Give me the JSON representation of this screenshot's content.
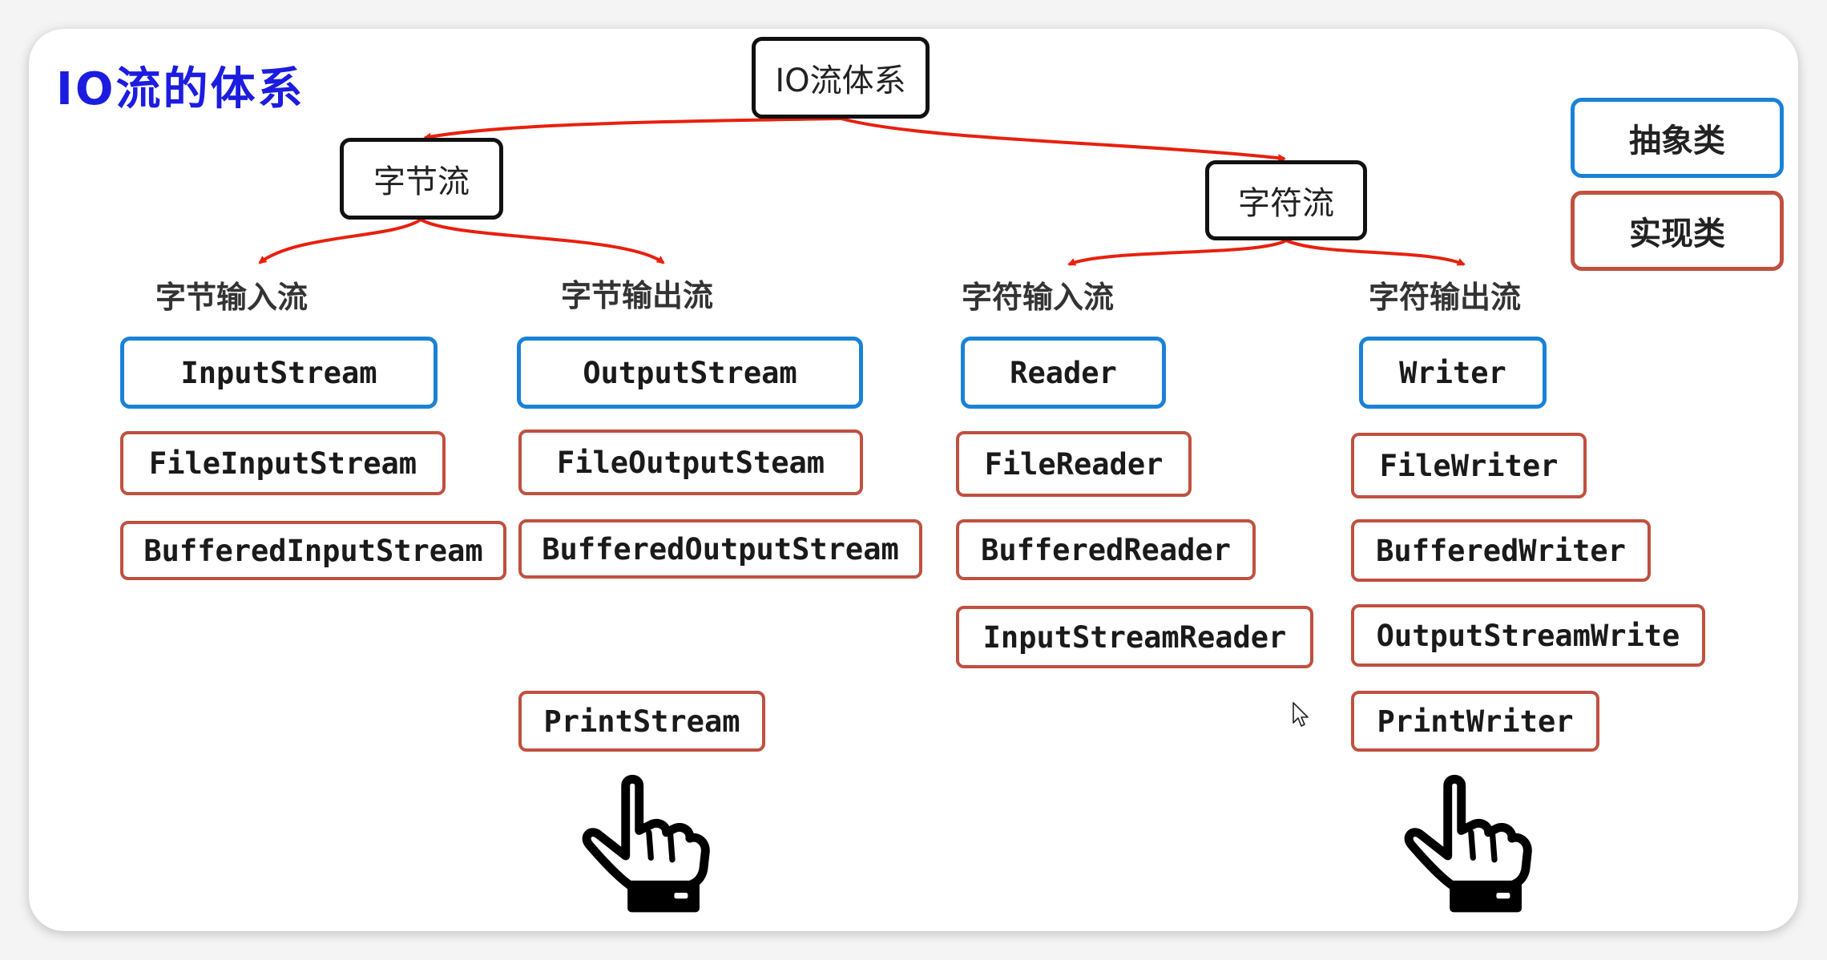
{
  "title": "IO流的体系",
  "root": "IO流体系",
  "legend": {
    "abstract_label": "抽象类",
    "impl_label": "实现类"
  },
  "byte_stream": {
    "label": "字节流",
    "input": {
      "heading": "字节输入流",
      "abstract": "InputStream",
      "impls": [
        "FileInputStream",
        "BufferedInputStream"
      ]
    },
    "output": {
      "heading": "字节输出流",
      "abstract": "OutputStream",
      "impls": [
        "FileOutputSteam",
        "BufferedOutputStream",
        "PrintStream"
      ]
    }
  },
  "char_stream": {
    "label": "字符流",
    "input": {
      "heading": "字符输入流",
      "abstract": "Reader",
      "impls": [
        "FileReader",
        "BufferedReader",
        "InputStreamReader"
      ]
    },
    "output": {
      "heading": "字符输出流",
      "abstract": "Writer",
      "impls": [
        "FileWriter",
        "BufferedWriter",
        "OutputStreamWrite",
        "PrintWriter"
      ]
    }
  },
  "colors": {
    "abstract": "#1a82d6",
    "impl": "#c0503f",
    "arrow": "#e8200e",
    "title": "#1c1ce0"
  },
  "icons": [
    "pointing-hand-icon",
    "pointing-hand-icon",
    "mouse-cursor-icon"
  ]
}
